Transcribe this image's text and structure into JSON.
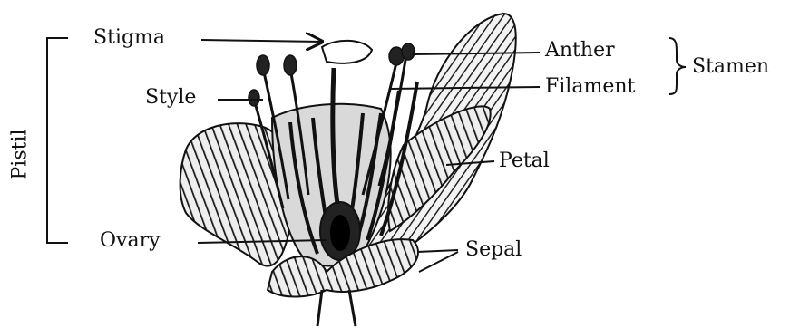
{
  "labels": {
    "stigma": "Stigma",
    "style": "Style",
    "ovary": "Ovary",
    "anther": "Anther",
    "filament": "Filament",
    "stamen": "Stamen",
    "petal": "Petal",
    "sepal": "Sepal",
    "pistil": "Pistil"
  }
}
